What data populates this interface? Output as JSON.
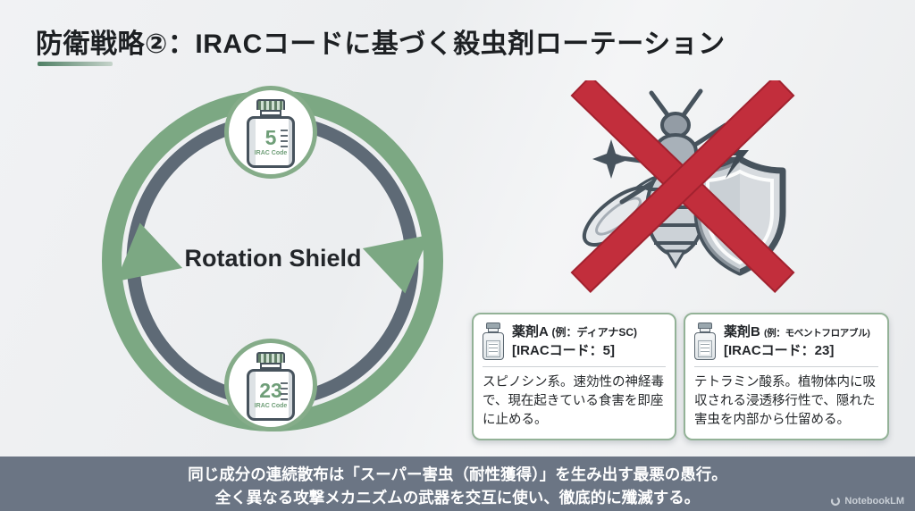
{
  "title": "防衛戦略②：IRACコードに基づく殺虫剤ローテーション",
  "diagram": {
    "center_label": "Rotation Shield",
    "top_node": {
      "code": "5",
      "label": "IRAC Code"
    },
    "bottom_node": {
      "code": "23",
      "label": "IRAC Code"
    }
  },
  "cards": {
    "a": {
      "name": "薬剤A",
      "example": "(例：ディアナSC)",
      "code": "[IRACコード：5]",
      "body": "スピノシン系。速効性の神経毒で、現在起きている食害を即座に止める。"
    },
    "b": {
      "name": "薬剤B",
      "example": "(例：モベントフロアブル)",
      "code": "[IRACコード：23]",
      "body": "テトラミン酸系。植物体内に吸収される浸透移行性で、隠れた害虫を内部から仕留める。"
    }
  },
  "banner": {
    "line1": "同じ成分の連続散布は「スーパー害虫（耐性獲得）」を生み出す最悪の愚行。",
    "line2": "全く異なる攻撃メカニズムの武器を交互に使い、徹底的に殲滅する。"
  },
  "watermark": "NotebookLM",
  "colors": {
    "accent_green": "#7ca883",
    "ring_gray": "#5e6a76",
    "node_border_green": "#85ac89",
    "banner_bg": "#6b7584",
    "prohibition_red": "#c22e3c",
    "title_text": "#1d2023"
  },
  "icons": {
    "top_node_icon": "pesticide-bottle",
    "bottom_node_icon": "pesticide-bottle",
    "pest_icon": "crossed-out-pest-and-shield",
    "watermark_icon": "notebooklm-logo"
  }
}
